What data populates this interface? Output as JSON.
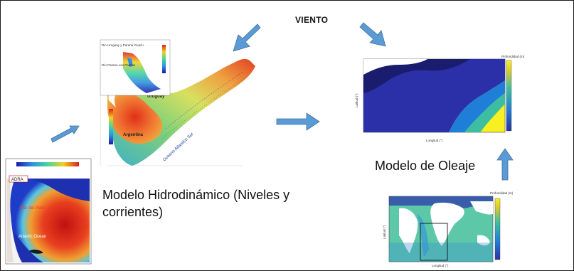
{
  "diagram": {
    "wind_label": "VIENTO",
    "hydro_label": "Modelo Hidrodinámico (Niveles y corrientes)",
    "wave_label": "Modelo de Oleaje",
    "arrow_color": "#5b9bd5"
  },
  "figures": {
    "left_map": {
      "tag": "ADRA",
      "place_1": "Mar del Plata",
      "place_2": "Atlantic Ocean"
    },
    "hydro_map": {
      "inset_label_1": "Rio Uruguay y Parana Guazu",
      "inset_label_2": "Rio Parana Las Palmas",
      "label_uruguay": "Uruguay",
      "label_argentina": "Argentina",
      "label_ocean": "Oceano Atlantico Sur"
    },
    "wave_map": {
      "colorbar_title": "Profundidad (m)",
      "xlabel": "Longitud (°)",
      "ylabel": "Latitud (°)"
    },
    "global_map": {
      "colorbar_title": "Profundidad (m)",
      "xlabel": "Longitud (°)",
      "ylabel": "Latitud (°)"
    }
  }
}
